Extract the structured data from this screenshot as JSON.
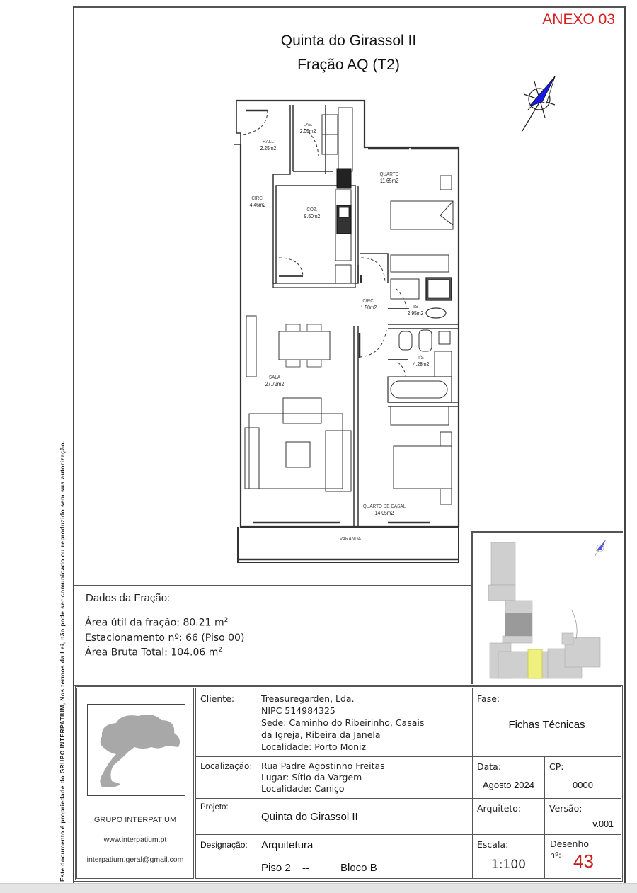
{
  "sheet": {
    "annex_label": "ANEXO 03",
    "title_line1": "Quinta do Girassol II",
    "title_line2": "Fração AQ (T2)",
    "copyright_notice": "Este documento é propriedade do GRUPO INTERPATIUM, Nos termos da Lei, não pode ser comunicado ou reproduzido sem sua autorização.",
    "north_arrow_icon": "compass-north-arrow-icon",
    "accent_color": "#d42020",
    "arrow_color": "#1a1ae6"
  },
  "floor_plan": {
    "rooms": [
      {
        "name": "HALL",
        "area": "2.25m2"
      },
      {
        "name": "LAV.",
        "area": "2.05m2"
      },
      {
        "name": "CIRC.",
        "area": "4.46m2"
      },
      {
        "name": "COZ.",
        "area": "9.50m2"
      },
      {
        "name": "QUARTO",
        "area": "11.65m2"
      },
      {
        "name": "CIRC.",
        "area": "1.50m2"
      },
      {
        "name": "I/S",
        "area": "2.95m2"
      },
      {
        "name": "I/S",
        "area": "4.28m2"
      },
      {
        "name": "SALA",
        "area": "27.72m2"
      },
      {
        "name": "QUARTO DE CASAL",
        "area": "14.05m2"
      },
      {
        "name": "VARANDA",
        "area": ""
      }
    ]
  },
  "dados": {
    "title": "Dados da Fração:",
    "area_util_label": "Área útil da fração: 80.21 m",
    "area_util_sup": "2",
    "estacionamento": "Estacionamento nº: 66 (Piso 00)",
    "area_bruta_label": "Área Bruta Total: 104.06 m",
    "area_bruta_sup": "2"
  },
  "key_plan": {
    "highlight_color": "#f0f080",
    "north_arrow_icon": "compass-north-arrow-icon"
  },
  "title_block": {
    "company": {
      "name": "GRUPO INTERPATIUM",
      "website": "www.interpatium.pt",
      "email": "interpatium.geral@gmail.com",
      "logo_icon": "tree-logo-icon"
    },
    "cliente": {
      "label": "Cliente:",
      "lines": [
        "Treasuregarden, Lda.",
        "NIPC 514984325",
        "Sede: Caminho do Ribeirinho, Casais",
        "da Igreja, Ribeira da Janela",
        "Localidade: Porto Moniz"
      ]
    },
    "localizacao": {
      "label": "Localização:",
      "lines": [
        "Rua Padre Agostinho Freitas",
        "Lugar: Sítio da Vargem",
        "Localidade: Caniço"
      ]
    },
    "projeto": {
      "label": "Projeto:",
      "value": "Quinta do Girassol II"
    },
    "designacao": {
      "label": "Designação:",
      "value": "Arquitetura",
      "piso": "Piso 2",
      "sep": "--",
      "bloco": "Bloco B"
    },
    "fase": {
      "label": "Fase:",
      "value": "Fichas Técnicas"
    },
    "data": {
      "label": "Data:",
      "value": "Agosto 2024"
    },
    "cp": {
      "label": "CP:",
      "value": "0000"
    },
    "arquiteto": {
      "label": "Arquiteto:",
      "value": ""
    },
    "versao": {
      "label": "Versão:",
      "value": "v.001"
    },
    "escala": {
      "label": "Escala:",
      "value": "1:100"
    },
    "desenho": {
      "label": "Desenho",
      "label2": "nº:",
      "value": "43"
    }
  }
}
